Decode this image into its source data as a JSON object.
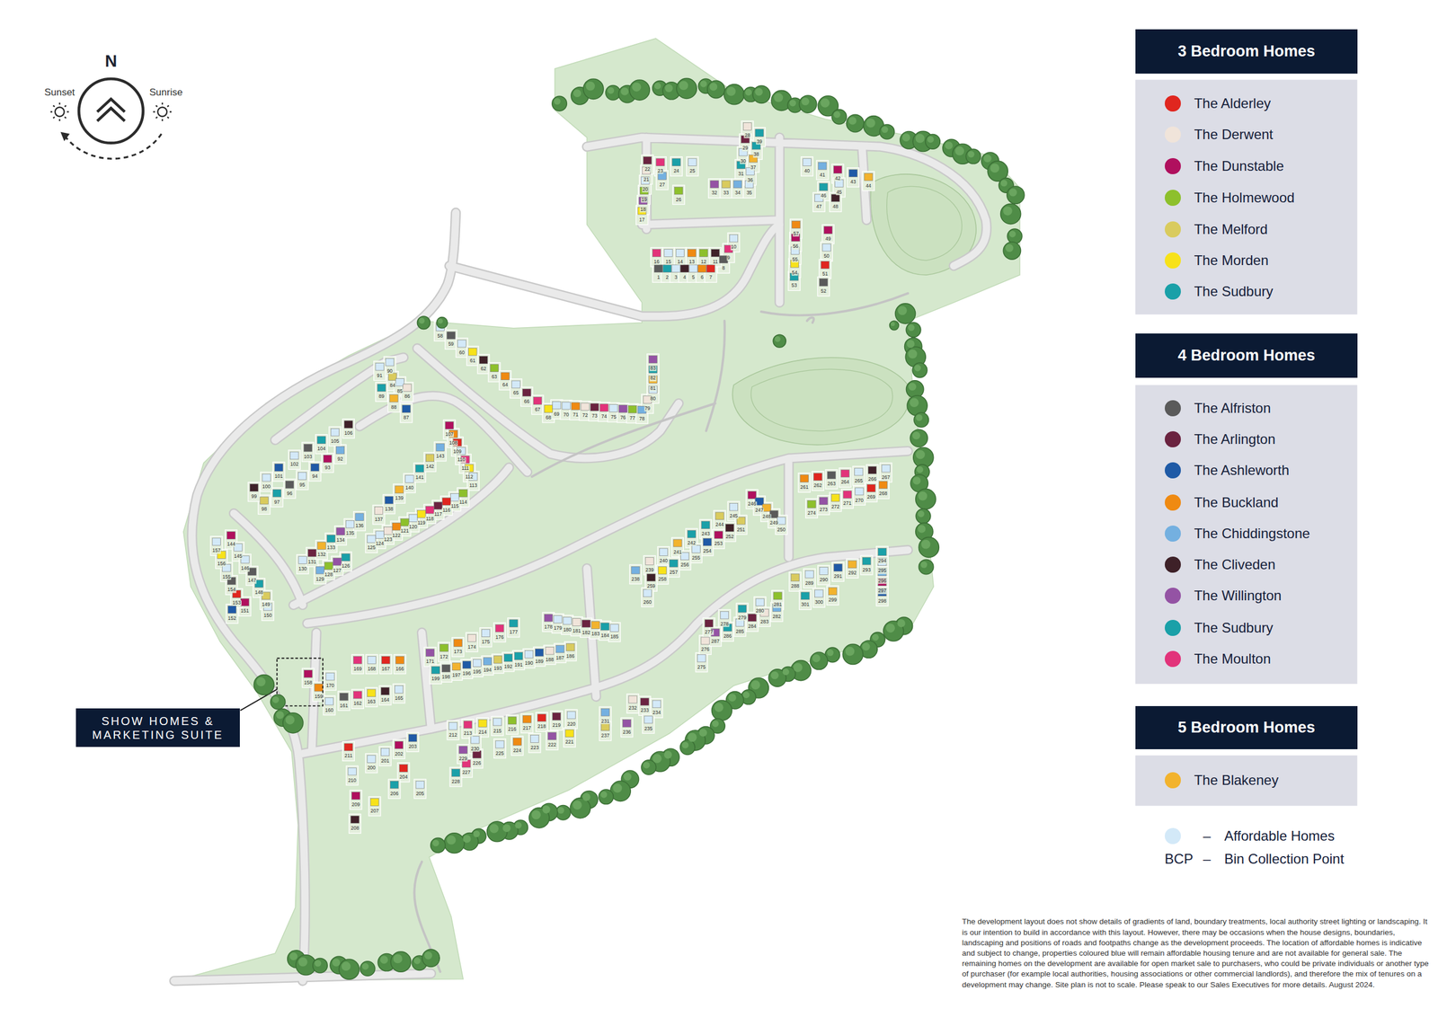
{
  "diagram": {
    "nodes": [
      {
        "text": [
          "3 Bedroom Homes"
        ]
      },
      {
        "text": [
          "4 Bedroom Homes"
        ]
      },
      {
        "text": [
          "SHOW HOMES & MARKETING SUITE"
        ]
      },
      {
        "text": [
          "5 Bedroom Homes"
        ]
      }
    ],
    "labels": [
      "N",
      "Sunset",
      "Sunrise",
      "1",
      "2",
      "3",
      "4",
      "5",
      "6",
      "7",
      "8",
      "9",
      "10",
      "11",
      "12",
      "13",
      "14",
      "15",
      "16",
      "17",
      "18",
      "19",
      "20",
      "21",
      "22",
      "23",
      "24",
      "25",
      "26",
      "27",
      "28",
      "29",
      "30",
      "31",
      "32",
      "33",
      "34",
      "35",
      "36",
      "37",
      "38",
      "39",
      "40",
      "41",
      "42",
      "43",
      "44",
      "45",
      "46",
      "47",
      "48",
      "49",
      "50",
      "51",
      "52",
      "53",
      "54",
      "55",
      "56",
      "57",
      "58",
      "59",
      "60",
      "61",
      "62",
      "63",
      "64",
      "65",
      "66",
      "67",
      "68",
      "69",
      "70",
      "71",
      "72",
      "73",
      "74",
      "75",
      "76",
      "77",
      "78",
      "79",
      "80",
      "81",
      "82",
      "83",
      "84",
      "85",
      "86",
      "87",
      "88",
      "89",
      "90",
      "91",
      "92",
      "93",
      "94",
      "95",
      "96",
      "97",
      "98",
      "99",
      "100",
      "101",
      "102",
      "103",
      "104",
      "105",
      "106",
      "107",
      "108",
      "109",
      "110",
      "111",
      "112",
      "113",
      "114",
      "115",
      "116",
      "117",
      "118",
      "119",
      "120",
      "121",
      "122",
      "123",
      "124",
      "125",
      "126",
      "127",
      "128",
      "129",
      "130",
      "131",
      "132",
      "133",
      "134",
      "135",
      "136",
      "137",
      "138",
      "139",
      "140",
      "141",
      "142",
      "143",
      "144",
      "145",
      "146",
      "147",
      "148",
      "149",
      "150",
      "151",
      "152",
      "153",
      "154",
      "155",
      "156",
      "157",
      "158",
      "159",
      "160",
      "161",
      "162",
      "163",
      "164",
      "165",
      "166",
      "167",
      "168",
      "169",
      "170",
      "171",
      "172",
      "173",
      "174",
      "175",
      "176",
      "177",
      "178",
      "179",
      "180",
      "181",
      "182",
      "183",
      "184",
      "185",
      "186",
      "187",
      "188",
      "189",
      "190",
      "191",
      "192",
      "193",
      "194",
      "195",
      "196",
      "197",
      "198",
      "199",
      "200",
      "201",
      "202",
      "203",
      "204",
      "205",
      "206",
      "207",
      "208",
      "209",
      "210",
      "211",
      "212",
      "213",
      "214",
      "215",
      "216",
      "217",
      "218",
      "219",
      "220",
      "221",
      "222",
      "223",
      "224",
      "225",
      "226",
      "227",
      "228",
      "229",
      "230",
      "231",
      "232",
      "233",
      "234",
      "235",
      "236",
      "237",
      "238",
      "239",
      "240",
      "241",
      "242",
      "243",
      "244",
      "245",
      "246",
      "247",
      "248",
      "249",
      "250",
      "251",
      "252",
      "253",
      "254",
      "255",
      "256",
      "257",
      "258",
      "259",
      "260",
      "261",
      "262",
      "263",
      "264",
      "265",
      "266",
      "267",
      "268",
      "269",
      "270",
      "271",
      "272",
      "273",
      "274",
      "275",
      "276",
      "277",
      "278",
      "279",
      "280",
      "281",
      "282",
      "283",
      "284",
      "285",
      "286",
      "287",
      "288",
      "289",
      "290",
      "291",
      "292",
      "293",
      "294",
      "295",
      "296",
      "297",
      "298",
      "299",
      "300",
      "301",
      "–",
      "BCP",
      "–",
      "The development layout does not show details of gradients of land, boundary treatments, local authority street lighting or landscaping. It is our intention to build in accordance with this layout. However, there may be occasions when the house designs, boundaries, landscaping and positions of roads and footpaths change as the development proceeds. The location of affordable homes is indicative and subject to change, properties coloured blue will remain affordable housing tenure and are not available for general sale. The remaining homes on the development are available for open market sale to purchasers, who could be private individuals or another type of purchaser (for example local authorities, housing associations or other commercial landlords), and therefore the mix of tenures on a development may change. Site plan is not to scale. Please speak to our Sales Executives for more details. August 2024."
    ],
    "legend": [
      {
        "text": "The Alderley",
        "color": "#e0261f"
      },
      {
        "text": "The Derwent",
        "color": "#f0e4da"
      },
      {
        "text": "The Dunstable",
        "color": "#b0105e"
      },
      {
        "text": "The Holmewood",
        "color": "#8dc02c"
      },
      {
        "text": "The Melford",
        "color": "#d9cb5e"
      },
      {
        "text": "The Morden",
        "color": "#f7e21a"
      },
      {
        "text": "The Sudbury",
        "color": "#1aa0a8"
      },
      {
        "text": "The Alfriston",
        "color": "#5a5a5a"
      },
      {
        "text": "The Arlington",
        "color": "#6b2340"
      },
      {
        "text": "The Ashleworth",
        "color": "#1f5aa6"
      },
      {
        "text": "The Buckland",
        "color": "#ef8a12"
      },
      {
        "text": "The Chiddingstone",
        "color": "#74b0e0"
      },
      {
        "text": "The Cliveden",
        "color": "#3e2128"
      },
      {
        "text": "The Willington",
        "color": "#9453a4"
      },
      {
        "text": "The Sudbury",
        "color": "#1aa0a8"
      },
      {
        "text": "The Moulton",
        "color": "#e2337a"
      },
      {
        "text": "The Blakeney",
        "color": "#f2b32e"
      },
      {
        "text": "Affordable Homes",
        "color": "#d3e9f8"
      },
      {
        "text": "Bin Collection Point"
      }
    ]
  }
}
